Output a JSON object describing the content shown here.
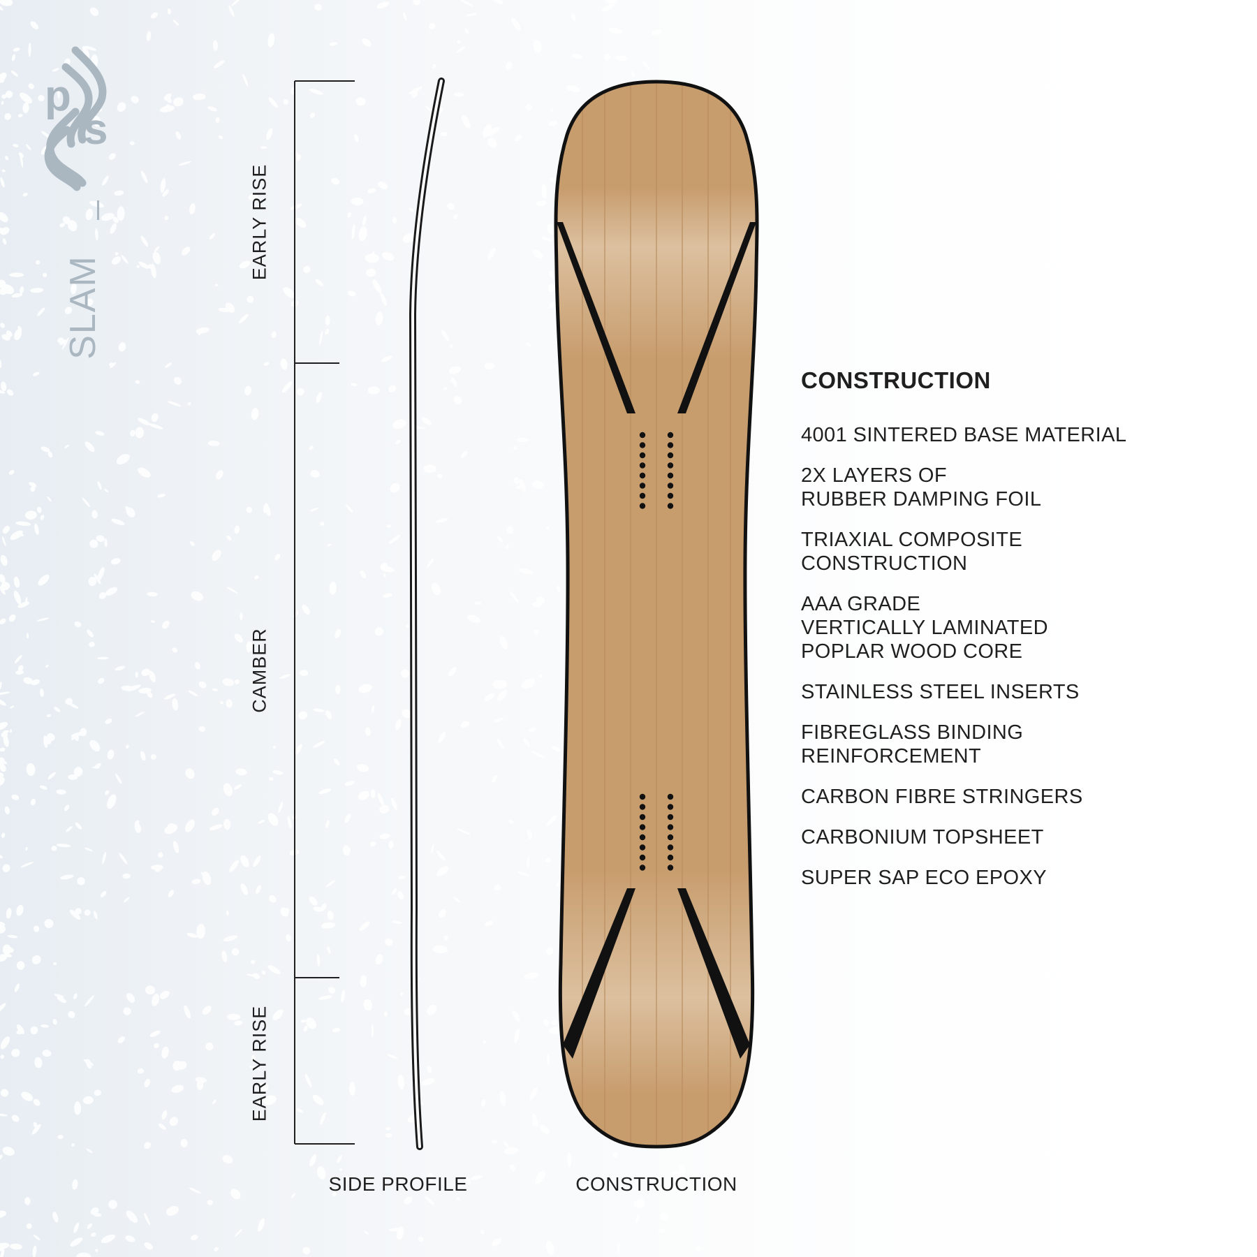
{
  "brand": {
    "logo_icon": "ps-monogram-icon",
    "product_name": "SLAM",
    "colors": {
      "logo": "#aab7c1",
      "texture": "#e9eef3"
    }
  },
  "side_profile": {
    "caption": "SIDE PROFILE",
    "zones": [
      {
        "label": "EARLY RISE"
      },
      {
        "label": "CAMBER"
      },
      {
        "label": "EARLY RISE"
      }
    ]
  },
  "construction_view": {
    "caption": "CONSTRUCTION",
    "colors": {
      "wood": "#c89d6e",
      "wood_light": "#dcc09f",
      "outline": "#111111"
    }
  },
  "specs": {
    "heading": "CONSTRUCTION",
    "items": [
      "4001 SINTERED BASE MATERIAL",
      "2X LAYERS OF\nRUBBER DAMPING FOIL",
      "TRIAXIAL COMPOSITE\nCONSTRUCTION",
      "AAA GRADE\nVERTICALLY LAMINATED\nPOPLAR WOOD CORE",
      "STAINLESS STEEL INSERTS",
      "FIBREGLASS BINDING\nREINFORCEMENT",
      "CARBON FIBRE STRINGERS",
      "CARBONIUM TOPSHEET",
      "SUPER SAP ECO EPOXY"
    ]
  }
}
